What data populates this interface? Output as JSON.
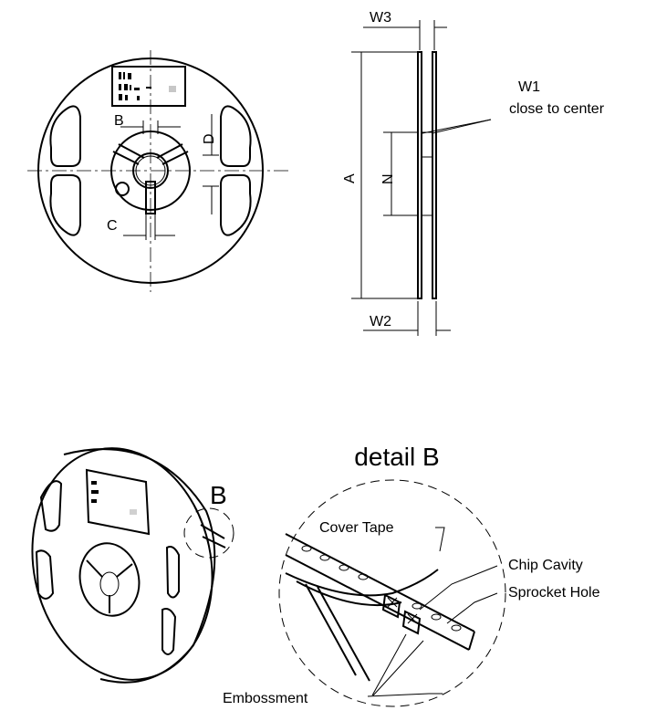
{
  "front_view": {
    "label_b": "B",
    "label_c": "C",
    "label_d": "D"
  },
  "side_view": {
    "label_w3": "W3",
    "label_w1": "W1",
    "label_w1_note": "close to center",
    "label_a": "A",
    "label_n": "N",
    "label_w2": "W2"
  },
  "iso_view": {
    "label_b": "B"
  },
  "detail_view": {
    "title": "detail B",
    "cover_tape": "Cover Tape",
    "chip_cavity": "Chip Cavity",
    "sprocket_hole": "Sprocket Hole",
    "embossment": "Embossment"
  }
}
